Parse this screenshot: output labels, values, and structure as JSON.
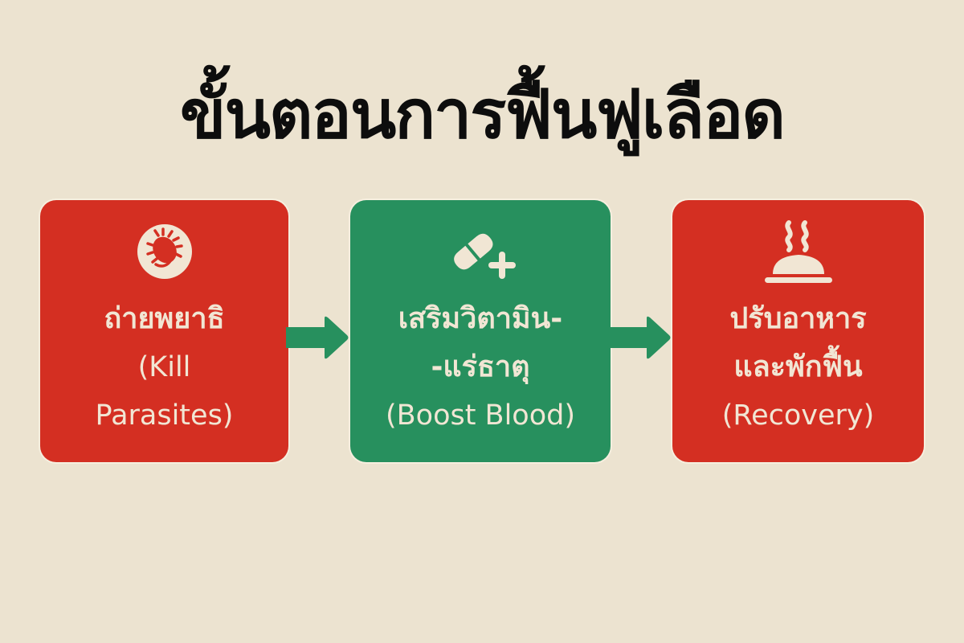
{
  "title": "ขั้นตอนการฟื้นฟูเลือด",
  "colors": {
    "background": "#ece3d0",
    "red": "#d42f22",
    "green": "#27905e",
    "text_light": "#f1e6d4",
    "title_text": "#0d0d0d"
  },
  "steps": [
    {
      "icon": "parasite-icon",
      "color": "#d42f22",
      "thai_line1": "ถ่ายพยาธิ",
      "thai_line2": "",
      "english_line1": "(Kill",
      "english_line2": "Parasites)"
    },
    {
      "icon": "pill-plus-icon",
      "color": "#27905e",
      "thai_line1": "เสริมวิตามิน-",
      "thai_line2": "-แร่ธาตุ",
      "english_line1": "(Boost Blood)",
      "english_line2": ""
    },
    {
      "icon": "food-cloche-icon",
      "color": "#d42f22",
      "thai_line1": "ปรับอาหาร",
      "thai_line2": "และพักฟื้น",
      "english_line1": "(Recovery)",
      "english_line2": ""
    }
  ],
  "arrows": [
    {
      "from": "step-1",
      "to": "step-2",
      "color": "#27905e"
    },
    {
      "from": "step-2",
      "to": "step-3",
      "color": "#27905e"
    }
  ]
}
